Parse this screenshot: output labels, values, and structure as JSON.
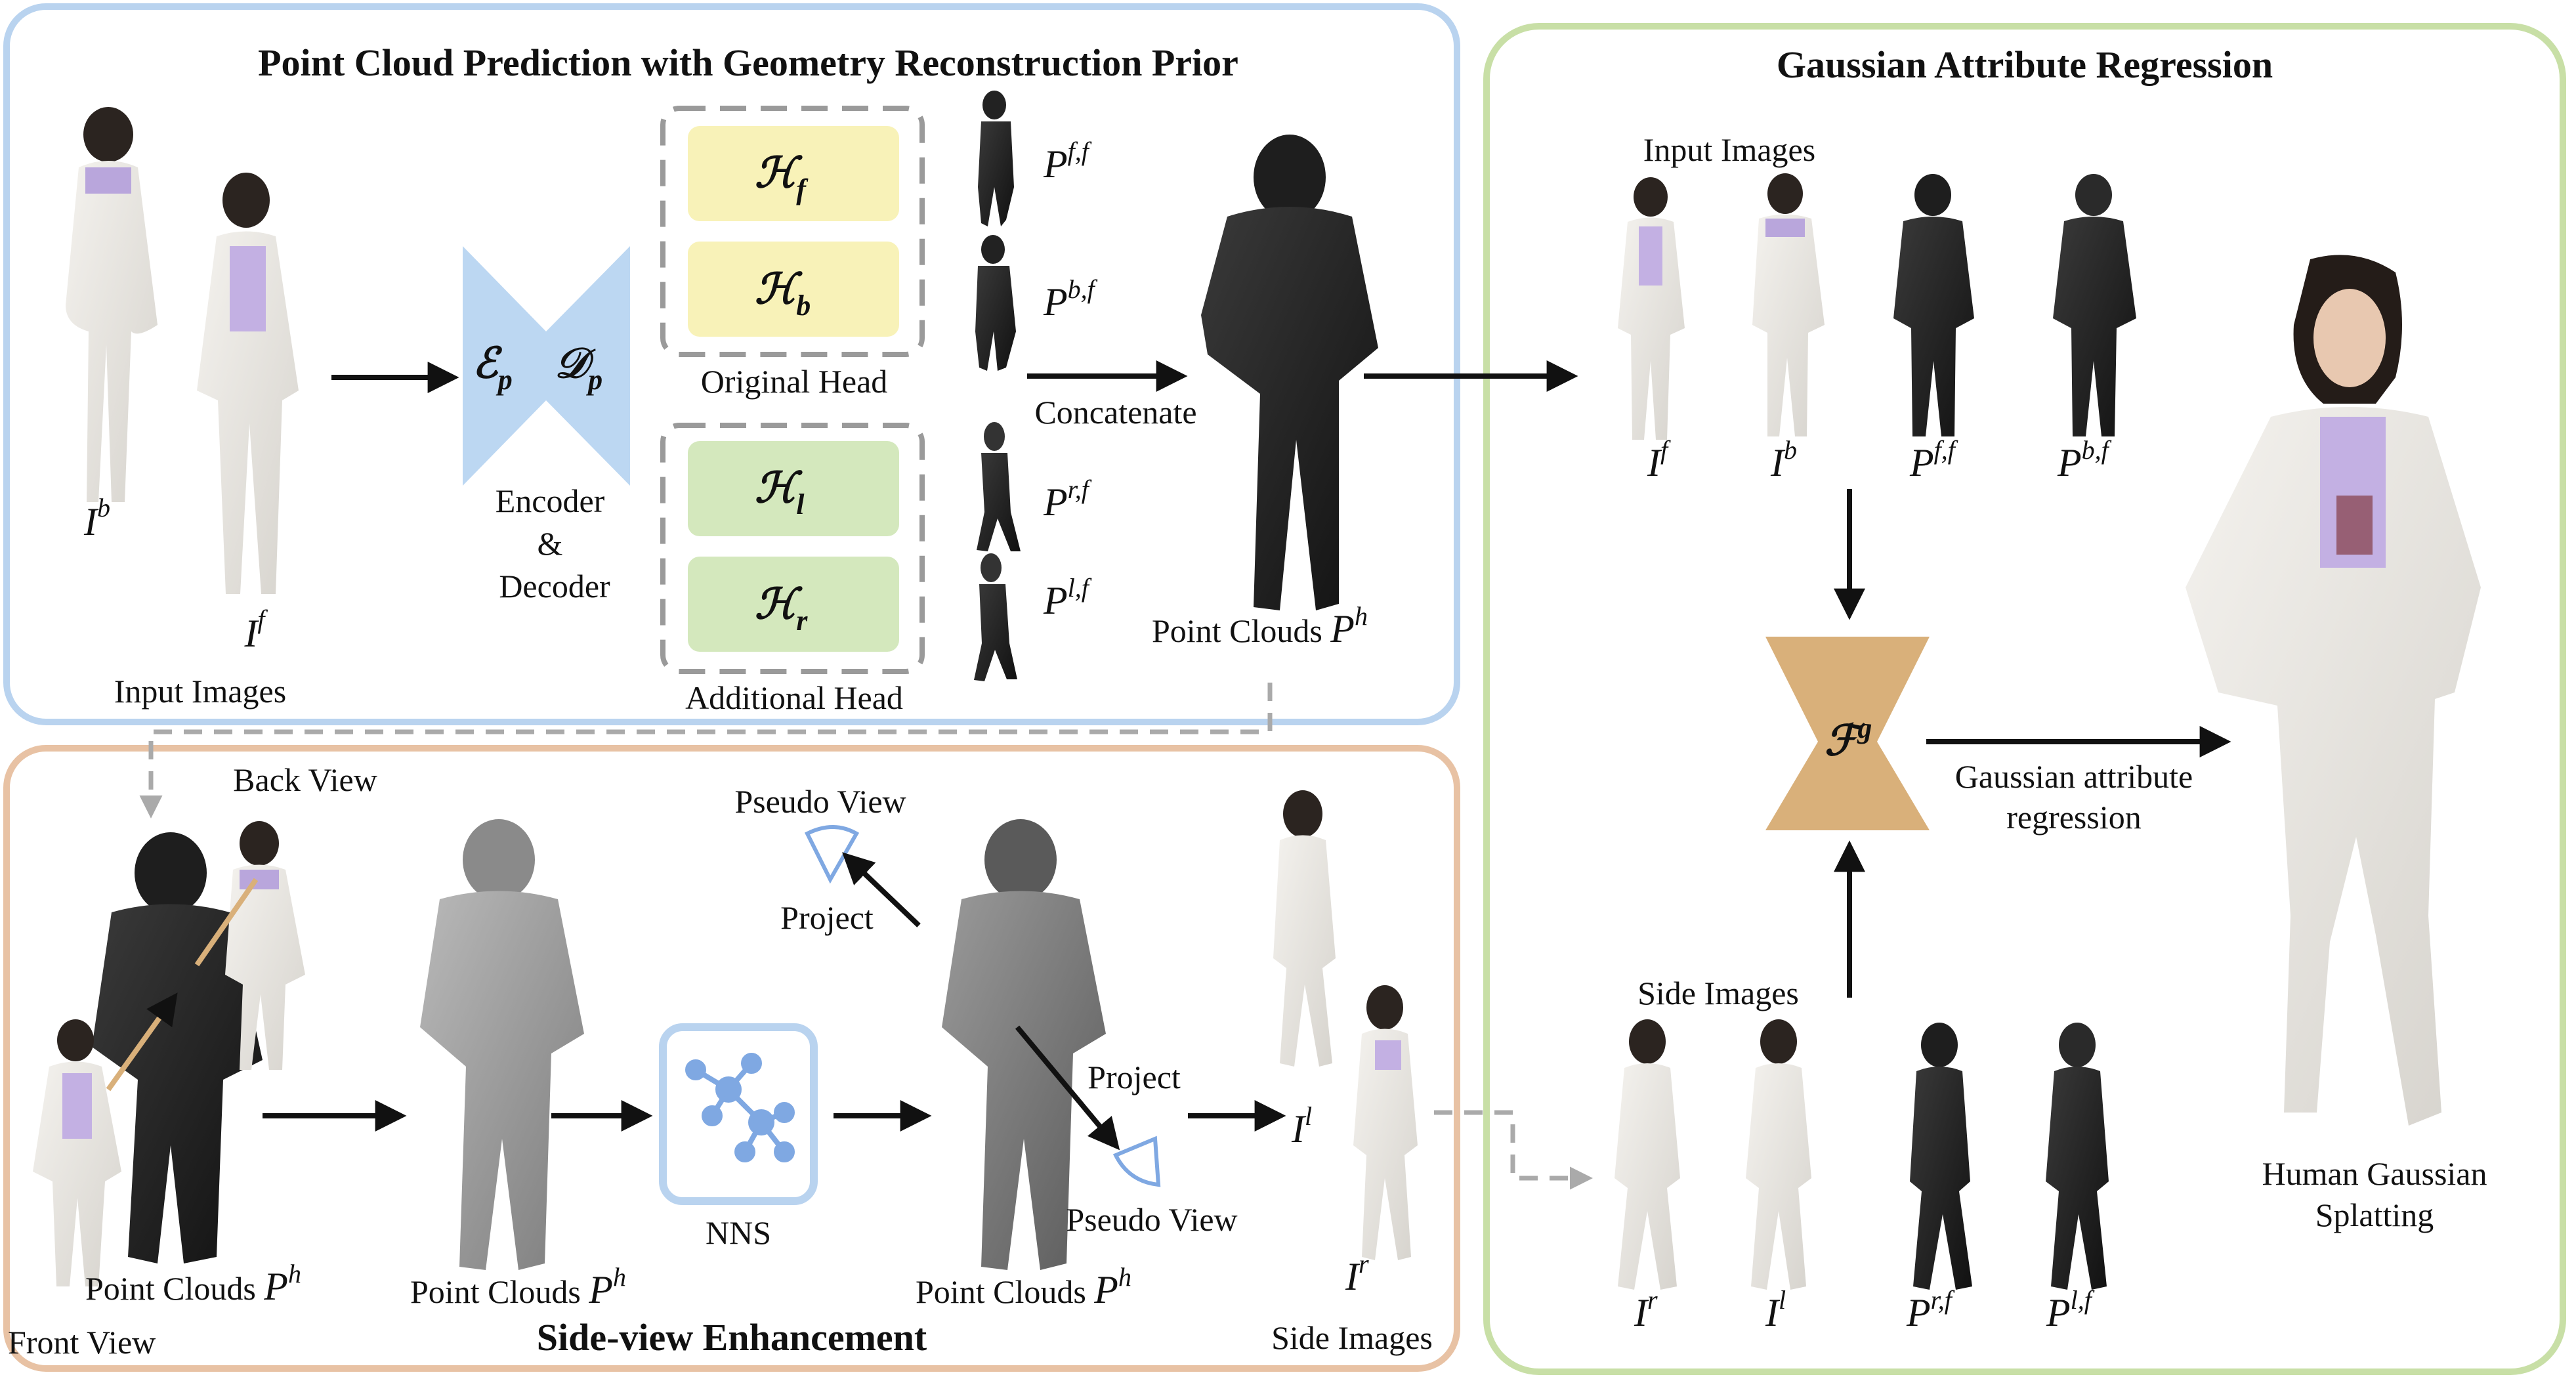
{
  "panels": {
    "point_cloud": {
      "title": "Point Cloud Prediction with Geometry Reconstruction Prior",
      "border": "#b9d3ef"
    },
    "gaussian": {
      "title": "Gaussian Attribute Regression",
      "border": "#c8dfa6"
    },
    "side_view": {
      "title": "Side-view Enhancement",
      "border": "#e8c2a4"
    }
  },
  "point_cloud_stage": {
    "input_images_label": "Input Images",
    "img_back": {
      "base": "I",
      "sup": "b"
    },
    "img_front": {
      "base": "I",
      "sup": "f"
    },
    "encoder": {
      "enc": "ℰ",
      "enc_sub": "p",
      "dec": "𝒟",
      "dec_sub": "p",
      "line1": "Encoder",
      "line2": "&",
      "line3": "Decoder",
      "color": "#bcd7f2"
    },
    "original_head": {
      "label": "Original Head",
      "heads": [
        {
          "sym": "ℋ",
          "sub": "f",
          "out_base": "P",
          "out_sup": "f,f"
        },
        {
          "sym": "ℋ",
          "sub": "b",
          "out_base": "P",
          "out_sup": "b,f"
        }
      ],
      "color": "#f8f2b8"
    },
    "additional_head": {
      "label": "Additional Head",
      "heads": [
        {
          "sym": "ℋ",
          "sub": "l",
          "out_base": "P",
          "out_sup": "r,f"
        },
        {
          "sym": "ℋ",
          "sub": "r",
          "out_base": "P",
          "out_sup": "l,f"
        }
      ],
      "color": "#d4e8bd"
    },
    "concatenate_label": "Concatenate",
    "point_clouds_label": {
      "text": "Point Clouds ",
      "base": "P",
      "sup": "h"
    }
  },
  "side_view_stage": {
    "back_view": "Back View",
    "front_view": "Front View",
    "pc_label_1": {
      "text": "Point Clouds ",
      "base": "P",
      "sup": "h"
    },
    "pc_label_2": {
      "text": "Point Clouds ",
      "base": "P",
      "sup": "h"
    },
    "pc_label_3": {
      "text": "Point Clouds ",
      "base": "P",
      "sup": "h"
    },
    "nns_label": "NNS",
    "pseudo_view_top": "Pseudo View",
    "project_top": "Project",
    "project_bottom": "Project",
    "pseudo_view_bottom": "Pseudo View",
    "img_l": {
      "base": "I",
      "sup": "l"
    },
    "img_r": {
      "base": "I",
      "sup": "r"
    },
    "side_images": "Side Images"
  },
  "gaussian_stage": {
    "input_images_label": "Input Images",
    "inputs": [
      {
        "base": "I",
        "sup": "f"
      },
      {
        "base": "I",
        "sup": "b"
      },
      {
        "base": "P",
        "sup": "f,f"
      },
      {
        "base": "P",
        "sup": "b,f"
      }
    ],
    "side_images_label": "Side Images",
    "sides": [
      {
        "base": "I",
        "sup": "r"
      },
      {
        "base": "I",
        "sup": "l"
      },
      {
        "base": "P",
        "sup": "r,f"
      },
      {
        "base": "P",
        "sup": "l,f"
      }
    ],
    "regressor": {
      "sym": "ℱ",
      "sup": "g",
      "color": "#d9b07a"
    },
    "regression_line1": "Gaussian attribute",
    "regression_line2": "regression",
    "output_line1": "Human Gaussian",
    "output_line2": "Splatting"
  }
}
